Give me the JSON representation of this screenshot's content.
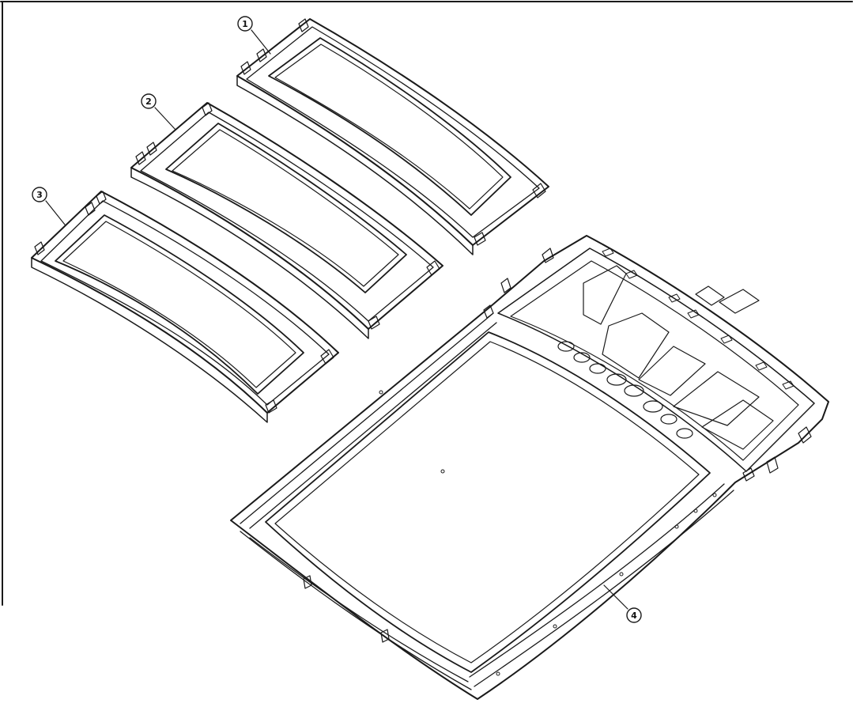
{
  "diagram": {
    "callouts": [
      {
        "id": "panel-1",
        "label": "1"
      },
      {
        "id": "panel-2",
        "label": "2"
      },
      {
        "id": "panel-3",
        "label": "3"
      },
      {
        "id": "frame-4",
        "label": "4"
      }
    ]
  },
  "style": {
    "ink_color": "#1a1a1a",
    "background": "#ffffff"
  }
}
